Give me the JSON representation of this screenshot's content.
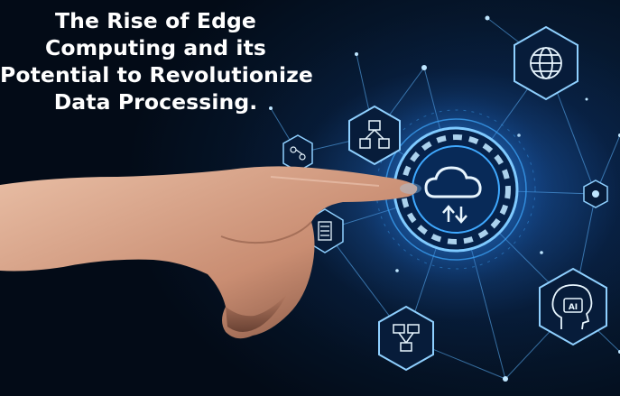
{
  "title": {
    "lines": [
      "The Rise of Edge",
      "Computing and its",
      "Potential to Revolutionize",
      "Data Processing."
    ]
  },
  "hub": {
    "label": "cloud-sync-hub",
    "icons": [
      "cloud-icon",
      "upload-arrow-icon",
      "download-arrow-icon"
    ]
  },
  "nodes": [
    {
      "name": "globe-node",
      "icon": "globe-icon"
    },
    {
      "name": "ai-head-node",
      "icon": "ai-head-icon",
      "text": "AI"
    },
    {
      "name": "network-cubes-node",
      "icon": "cubes-icon"
    },
    {
      "name": "devices-node",
      "icon": "devices-icon"
    },
    {
      "name": "server-node",
      "icon": "server-icon"
    },
    {
      "name": "circuit-node",
      "icon": "circuit-icon"
    }
  ],
  "colors": {
    "background": "#04101f",
    "glow": "#3fa9ff",
    "line": "#5fb6ff",
    "skin": "#d9a48a",
    "title": "#ffffff"
  }
}
